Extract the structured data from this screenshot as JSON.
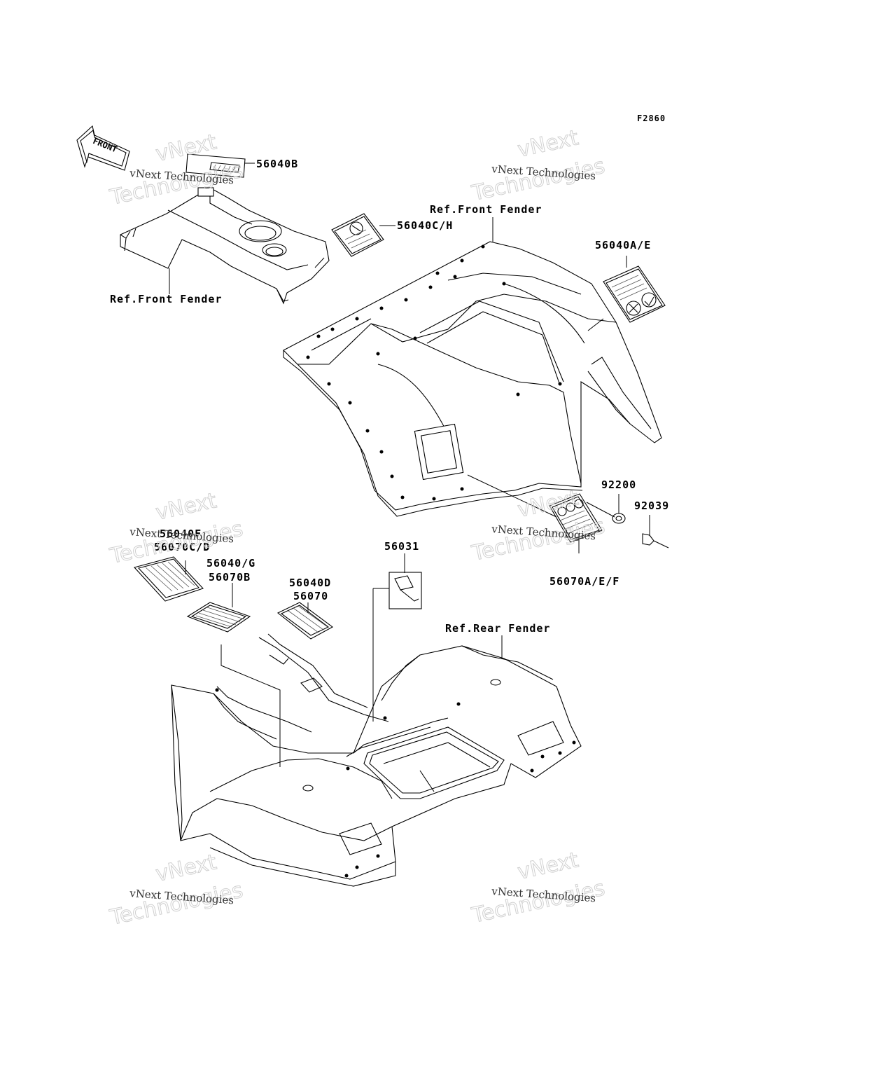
{
  "figure_code": "F2860",
  "front_arrow": {
    "text": "FRONT"
  },
  "part_labels": [
    {
      "id": "p1",
      "text": "56040B"
    },
    {
      "id": "p2",
      "text": "56040C/H"
    },
    {
      "id": "p3",
      "text": "56040A/E"
    },
    {
      "id": "p4",
      "text": "92200"
    },
    {
      "id": "p5",
      "text": "92039"
    },
    {
      "id": "p6",
      "text": "56070A/E/F"
    },
    {
      "id": "p7",
      "text": "56040F"
    },
    {
      "id": "p8",
      "text": "56070C/D"
    },
    {
      "id": "p9",
      "text": "56040/G"
    },
    {
      "id": "p10",
      "text": "56070B"
    },
    {
      "id": "p11",
      "text": "56040D"
    },
    {
      "id": "p12",
      "text": "56070"
    },
    {
      "id": "p13",
      "text": "56031"
    }
  ],
  "ref_labels": [
    {
      "id": "r1",
      "text": "Ref.Front Fender"
    },
    {
      "id": "r2",
      "text": "Ref.Front Fender"
    },
    {
      "id": "r3",
      "text": "Ref.Rear Fender"
    }
  ],
  "watermark": {
    "line_small": "vNext Technologies",
    "line_big_1": "vNext",
    "line_big_2": "Technologies"
  }
}
